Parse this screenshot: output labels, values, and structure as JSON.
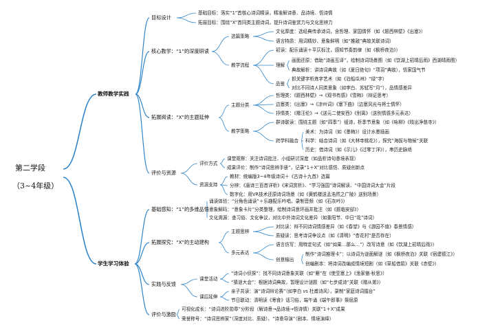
{
  "root": {
    "line1": "第二学段",
    "line2": "（3~4年级）"
  },
  "colors": {
    "line": "#2f84c9"
  },
  "teacher": {
    "label": "教师教学实践",
    "goal": {
      "label": "目标设计",
      "base": "基础目标：落实“1”首核心诗词精读，精准解诗意、品诗境、悟诗情",
      "ext": "拓展目标：围绕“X”首同类主题诗词，提升诗词鉴赏力与文化思辨力"
    },
    "core": {
      "label": "核心教学：“1”的深度研读",
      "sel": {
        "label": "选篇策略",
        "a": "文化厚度：选经典传承诗词，含哲理、家国情怀（如《题西林壁》《出塞》）",
        "b": "语言特质：用词精妙、意象鲜明（如“推敲”典故关联诗词）"
      },
      "flow": {
        "label": "教学流程",
        "a": "初读：配乐诵读＋平仄标注，感知节奏韵律（如《枫桥夜泊》）",
        "b_label": "理解",
        "b1": "画面还原：借助“诗画互译”，绘制诗词场景图（如《饮湖上初晴后雨》西湖晴雨图）",
        "b2": "典故解析：讲诗词典故（如《夏日绝句》“项羽”典故），悟家国气节",
        "c_label": "品鉴",
        "c1": "抓关键字析炼字艺术（如《泊船瓜洲》“绿”字）",
        "c2": "对比不同诗人同类意象（如李白、苏轼写“月”），品情感差异"
      }
    },
    "ext": {
      "label": "拓展阅读：“X”的主题延伸",
      "topic": {
        "label": "主题分类",
        "a": "哲理类：《题西林壁》→《观书有感》《雪梅》（辩证思考）",
        "b": "边塞类：《出塞》→《凉州词》《塞下曲》（边塞风光与将士情怀）",
        "c": "抒情类：《赠汪伦》→《送元二使安西》《别离》（送别情感多元表达）"
      },
      "tact": {
        "label": "教学策略",
        "a": "群诗联读：围绕主题（如“四季”）组诗，析季节意象（如《咏柳》《晓出净慈寺》）",
        "b_label": "跨学科融合",
        "b1": "美术：为诗词（如《墨梅》）设计水墨插画",
        "b2": "科学：结合诗词（如《大林寺桃花》），探究“海拔与物候”关联",
        "b3": "历史：借诗词（如《示儿》《过零丁洋》），串历史脉络"
      }
    },
    "eval": {
      "label": "评价与资源",
      "way": {
        "label": "评价方式",
        "a": "课堂观察：关注诗词批注、小组研讨深度（如品析诗句意境表现）",
        "b": "成果评价：制作“诗词思辨手册”，记录“1＋X”对比感悟、质疑创新点"
      },
      "res": {
        "label": "资源支持",
        "a": "教材：统编版3~4年级诗词＋《古诗十九首》选篇",
        "b": "分辨：《唐诗三百首详析》《宋词赏析》、“学习强国”诗词解读、“中国诗词大会”片段",
        "c": "数字化：用VR技术还原诗词场景（如《黄鹤楼送孟浩然之广陵》送别场景）"
      }
    }
  },
  "student": {
    "label": "学生学习体验",
    "base": {
      "label": "基础感知：“1”的多维品悟",
      "a": "诵读体验：“分角色诵读”＋乐趣配乐吟唱，录制音频（如《石灰吟》）",
      "b": "意象解码：“意象卡片”分类整理，绘制诗词意环画并批注（如《题临安邸》）",
      "c": "文化溯源：查习俗、文化争议，对比中外诗词文化差异（如重阳节、中日“花”诗词）"
    },
    "inquiry": {
      "label": "拓展探究：“X”的主动建构",
      "theme": {
        "label": "主题思辨",
        "a": "对比读：辩不同诗词情感差异（如《春望》与《游园不值》春景情感）",
        "b": "质疑读：思考诗词争议点（如《清明》“杏花村”是否存在）"
      },
      "multi": {
        "label": "多元表达",
        "a": "语言仿写：用特定句式（如“如果…那么…”）改写诗意（如《饮湖上初晴后雨》）",
        "b_label": "创意输出",
        "b1": "制作“诗词推理卡”：以诗词为谜面解谜（如《枫桥夜泊》关联《宿建德江》）",
        "b2": "创编剧本：将诗词改编成情境短剧（如《草船借箭》关联《赤壁》）"
      }
    },
    "practice": {
      "label": "实践与反馈",
      "class": {
        "label": "课堂活动",
        "a": "“诗词小侦探”：找不同诗词意象关联（如“雁”在《使至塞上》《渔家傲·秋思》）",
        "b": "“猜谜大会”：根据诗词典故，暂理设计谜题（如“七步成诗”关联《赠从弟》）"
      },
      "home": {
        "label": "课后延伸",
        "a": "亲子共读：演“诗词辩论赛”（如李白 vs 杜甫诗风），录制“家庭诗词擂台”",
        "b": "节日联动：清明读《寒食》话习俗，端午诵《端午即事》祭屈原"
      }
    },
    "eval": {
      "label": "评价与激励",
      "a": "可视化成长：“诗词进阶勋章”分阶段（解诗意→品诗境→悟诗情）关联“1＋X”成果",
      "b": "荣誉称号：“诗词思辨家”（深度对比、质疑）、“诗意导演”（剧本、情境演绎）"
    }
  }
}
